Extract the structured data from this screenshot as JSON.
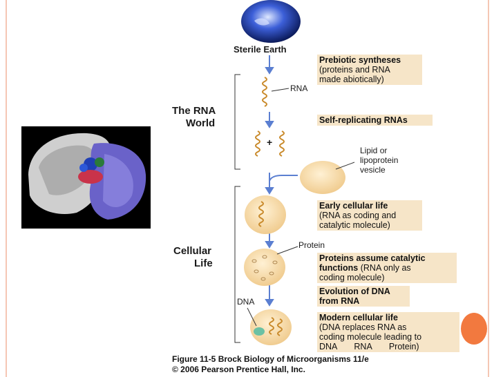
{
  "colors": {
    "accent": "#f2793f",
    "border": "#f5c6b4",
    "label_bg": "#f6e5c8",
    "arrow": "#5b7fd1"
  },
  "figure": {
    "sterile_earth": "Sterile Earth",
    "rna_world_line1": "The RNA",
    "rna_world_line2": "World",
    "cellular_life_line1": "Cellular",
    "cellular_life_line2": "Life",
    "rna_label": "RNA",
    "plus": "+",
    "protein_label": "Protein",
    "dna_label": "DNA",
    "vesicle_label_1": "Lipid or",
    "vesicle_label_2": "lipoprotein",
    "vesicle_label_3": "vesicle",
    "steps": {
      "prebiotic_title": "Prebiotic syntheses",
      "prebiotic_sub_1": "(proteins and RNA",
      "prebiotic_sub_2": "made abiotically)",
      "self_replicating": "Self-replicating RNAs",
      "early_title": "Early cellular life",
      "early_sub_1": "(RNA as coding and",
      "early_sub_2": "catalytic molecule)",
      "proteins_title_1": "Proteins assume catalytic",
      "proteins_title_2": "functions",
      "proteins_sub_1": "(RNA only as",
      "proteins_sub_2": "coding molecule)",
      "evolution_1": "Evolution of DNA",
      "evolution_2": "from RNA",
      "modern_title": "Modern cellular life",
      "modern_sub_1": "(DNA replaces RNA as",
      "modern_sub_2": "coding molecule leading to",
      "modern_sub_3_a": "DNA",
      "modern_sub_3_b": "RNA",
      "modern_sub_3_c": "Protein)"
    },
    "caption_1": "Figure 11-5 Brock Biology of Microorganisms 11/e",
    "caption_2": "© 2006 Pearson Prentice Hall, Inc."
  }
}
